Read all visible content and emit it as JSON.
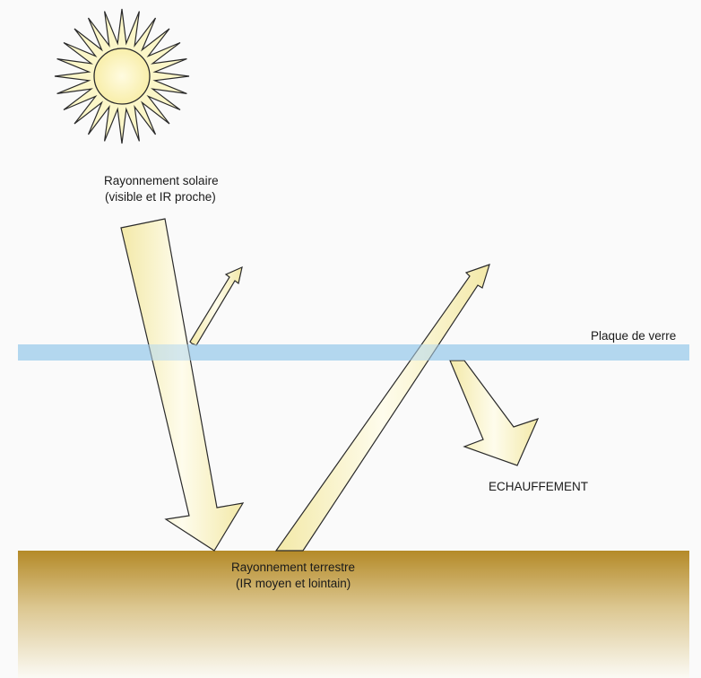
{
  "labels": {
    "solar_line1": "Rayonnement solaire",
    "solar_line2": "(visible et IR proche)",
    "glass": "Plaque de verre",
    "heating": "ECHAUFFEMENT",
    "terrestrial_line1": "Rayonnement terrestre",
    "terrestrial_line2": "(IR moyen et lointain)"
  },
  "colors": {
    "glass": "#b3d7ef",
    "arrow_fill": "#fcf8d8",
    "arrow_glow": "#f3e9a8",
    "ground_top": "#b48a28",
    "ground_bottom": "#fbfaf4",
    "sun_fill": "#fbf6c8",
    "sky": "#fafafa"
  },
  "icons": {
    "sun": "sun-icon"
  }
}
